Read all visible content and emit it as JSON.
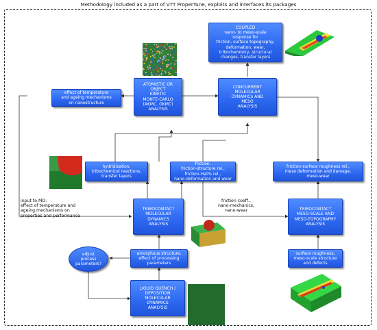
{
  "title": "Methodology included as a part of VTT ProperTune, exploits and interfaces its packages",
  "boxes": {
    "coupled": "COUPLED\nnano- to meso-scale\nresponse for\nfriction, surface topography,\ndeformation, wear,\ntribochemistry, structural\nchanges, transfer layers",
    "atomistic": "ATOMISTIC OR\nOBJECT\nKINETIC\nMONTE-CARLO\n(AKMC, OKMC)\nANALYSIS",
    "concurrent": "CONCURRENT\nMOLECULAR\nDYNAMICS AND\nMESO\nANALYSIS",
    "temperature": "effect of temperature\nand ageing mechanisms\non nanostructure",
    "hydridization": "hydridization,\ntribochemical reactions,\ntransfer layers",
    "friction": "friction,\nfriction-structure rel.,\nfriction-Hat% rel.,\nnano-deformation and wear",
    "roughness_rel": "friction-surface roughness rel.,\nmeso deformation and damage,\nmeso-wear",
    "tribocontact_md": "TRIBOCONTACT\nMOLECULAR\nDYNAMICS\nANALYSIS",
    "tribocontact_meso": "TRIBOCONTACT\nMESO-SCALE AND\nMESO-TOPOGRAPHY\nANALYSIS",
    "amorphous": "amorphous structure,\neffect of processing\nparameters",
    "surface": "surface roughness,\nmeso-scale structure\nand defects",
    "liquid": "LIQUID QUENCH /\nDEPOSITION\nMOLECULAR\nDYNAMICS\nANALYSIS"
  },
  "ellipse": "adjust\nprocess\nparameters?",
  "labels": {
    "input_md": "input to MD:\neffect of temperature and\nageing mechanisms on\nproperties and performance",
    "friction_coeff": "friction coeff.,\nnano-mechanics,\nnano-wear"
  },
  "colors": {
    "box_fill": "#2f6af2",
    "box_border": "#1a44b8",
    "arrow": "#333333"
  }
}
